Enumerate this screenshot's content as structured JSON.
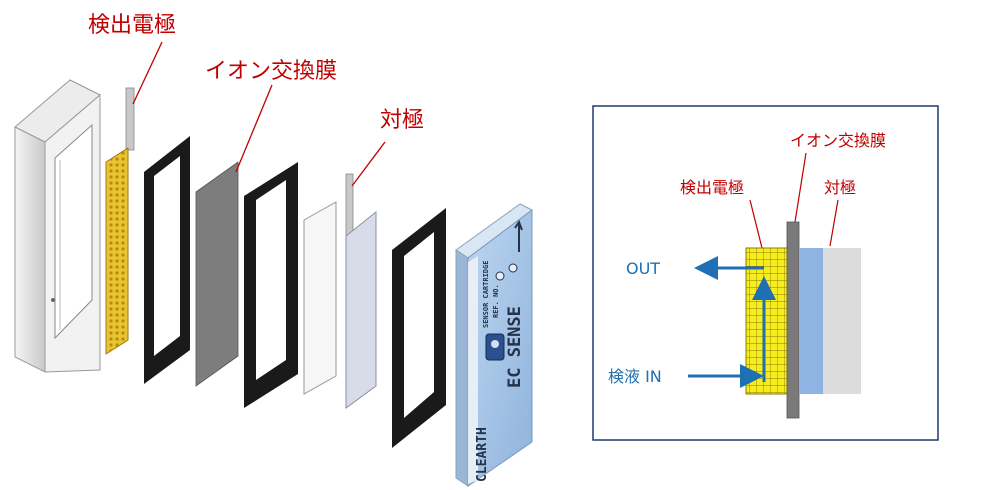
{
  "exploded_view": {
    "label_detection_electrode": "検出電極",
    "label_ion_exchange_membrane": "イオン交換膜",
    "label_counter_electrode": "対極",
    "device_brand": "CLEARTH",
    "device_product": "EC SENSE",
    "device_small_text_1": "SENSOR CARTRIDGE",
    "device_small_text_2": "REF. NO."
  },
  "schematic": {
    "label_ion_exchange_membrane": "イオン交換膜",
    "label_detection_electrode": "検出電極",
    "label_counter_electrode": "対極",
    "label_out": "OUT",
    "label_sample_in": "検液 IN"
  },
  "colors": {
    "label_red": "#c00000",
    "arrow_blue": "#1f6fb5",
    "mesh_yellow": "#f5e600",
    "membrane_gray": "#7a7a7a",
    "counter_blue": "#8fb4e3",
    "device_blue": "#a9c8ea"
  }
}
